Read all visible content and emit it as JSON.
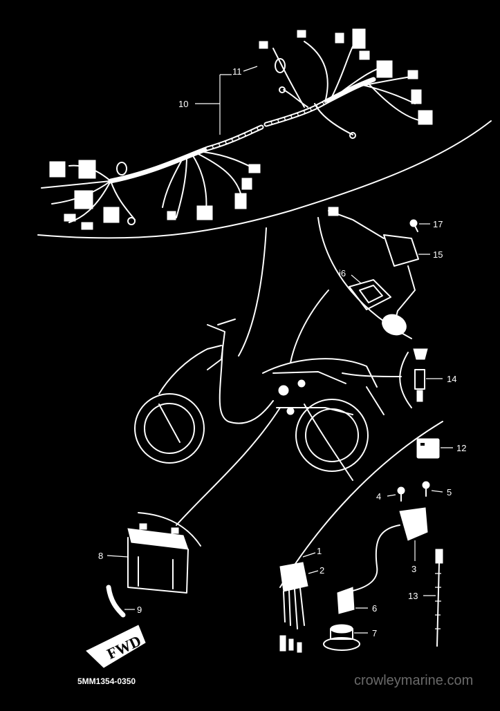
{
  "callouts": [
    {
      "id": "c1",
      "text": "1"
    },
    {
      "id": "c2",
      "text": "2"
    },
    {
      "id": "c3",
      "text": "3"
    },
    {
      "id": "c4",
      "text": "4"
    },
    {
      "id": "c5",
      "text": "5"
    },
    {
      "id": "c6",
      "text": "6"
    },
    {
      "id": "c7",
      "text": "7"
    },
    {
      "id": "c8",
      "text": "8"
    },
    {
      "id": "c9",
      "text": "9"
    },
    {
      "id": "c10",
      "text": "10"
    },
    {
      "id": "c11",
      "text": "11"
    },
    {
      "id": "c12",
      "text": "12"
    },
    {
      "id": "c13",
      "text": "13"
    },
    {
      "id": "c14",
      "text": "14"
    },
    {
      "id": "c15",
      "text": "15"
    },
    {
      "id": "c16",
      "text": "i6"
    },
    {
      "id": "c17",
      "text": "17"
    }
  ],
  "fwd_label": "FWD",
  "diagram_code": "5MM1354-0350",
  "watermark": "crowleymarine.com",
  "colors": {
    "background": "#000000",
    "line": "#ffffff",
    "watermark": "#6a6a6a"
  }
}
